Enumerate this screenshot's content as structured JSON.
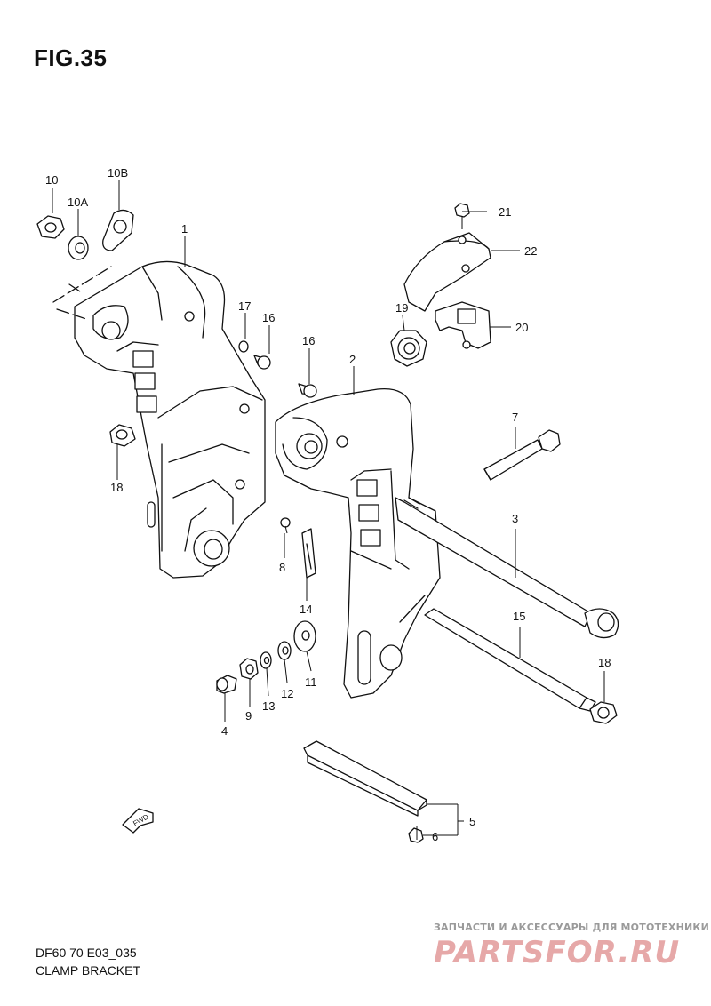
{
  "figure": {
    "title": "FIG.35",
    "model_code": "DF60 70 E03_035",
    "name": "CLAMP BRACKET"
  },
  "fwd_arrow_label": "FWD",
  "callouts": [
    "10",
    "10A",
    "10B",
    "1",
    "17",
    "16",
    "16",
    "18",
    "2",
    "8",
    "14",
    "11",
    "12",
    "13",
    "9",
    "4",
    "21",
    "22",
    "19",
    "20",
    "7",
    "3",
    "15",
    "18",
    "5",
    "6"
  ],
  "watermark": {
    "tagline": "ЗАПЧАСТИ И АКСЕССУАРЫ ДЛЯ МОТОТЕХНИКИ",
    "logo_text": "PARTSFOR.RU"
  }
}
